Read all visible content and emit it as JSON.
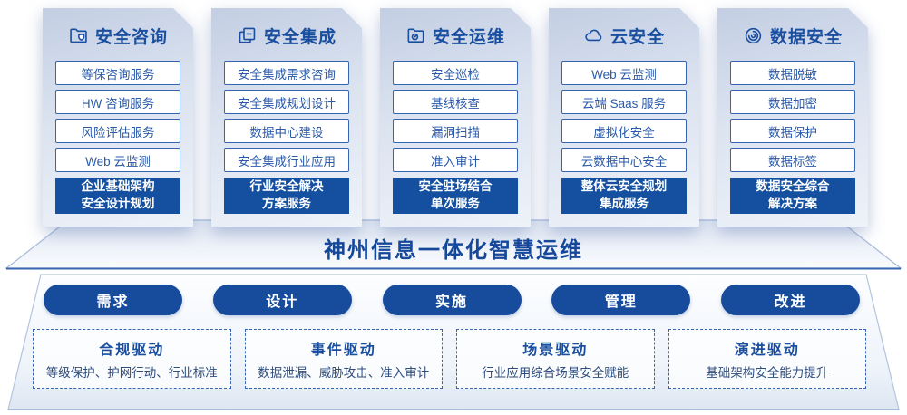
{
  "colors": {
    "primary": "#1a4fa0",
    "highlight_fill": "#14509f",
    "item_border": "#3565b0",
    "panel_top": "#c3cee3",
    "panel_bottom": "#eef2f9"
  },
  "columns": [
    {
      "title": "安全咨询",
      "icon": "folder-shield-icon",
      "items": [
        "等保咨询服务",
        "HW 咨询服务",
        "风险评估服务",
        "Web 云监测"
      ],
      "highlight_lines": [
        "企业基础架构",
        "安全设计规划"
      ]
    },
    {
      "title": "安全集成",
      "icon": "documents-icon",
      "items": [
        "安全集成需求咨询",
        "安全集成规划设计",
        "数据中心建设",
        "安全集成行业应用"
      ],
      "highlight_lines": [
        "行业安全解决",
        "方案服务"
      ]
    },
    {
      "title": "安全运维",
      "icon": "folder-clock-icon",
      "items": [
        "安全巡检",
        "基线核查",
        "漏洞扫描",
        "准入审计"
      ],
      "highlight_lines": [
        "安全驻场结合",
        "单次服务"
      ]
    },
    {
      "title": "云安全",
      "icon": "cloud-icon",
      "items": [
        "Web 云监测",
        "云端 Saas 服务",
        "虚拟化安全",
        "云数据中心安全"
      ],
      "highlight_lines": [
        "整体云安全规划",
        "集成服务"
      ]
    },
    {
      "title": "数据安全",
      "icon": "fingerprint-icon",
      "items": [
        "数据脱敏",
        "数据加密",
        "数据保护",
        "数据标签"
      ],
      "highlight_lines": [
        "数据安全综合",
        "解决方案"
      ]
    }
  ],
  "banner": {
    "title": "神州信息一体化智慧运维"
  },
  "process_steps": [
    "需求",
    "设计",
    "实施",
    "管理",
    "改进"
  ],
  "drivers": [
    {
      "title": "合规驱动",
      "desc": "等级保护、护网行动、行业标准"
    },
    {
      "title": "事件驱动",
      "desc": "数据泄漏、威胁攻击、准入审计"
    },
    {
      "title": "场景驱动",
      "desc": "行业应用综合场景安全赋能"
    },
    {
      "title": "演进驱动",
      "desc": "基础架构安全能力提升"
    }
  ]
}
